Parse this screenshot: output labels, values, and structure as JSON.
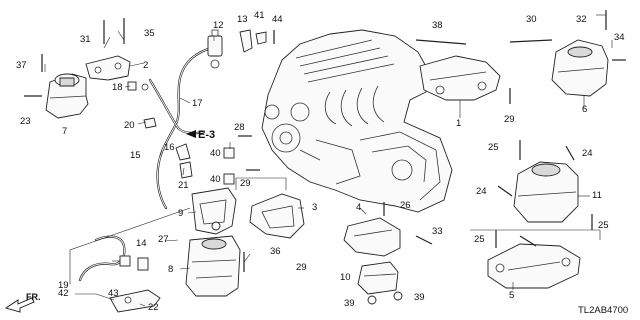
{
  "diagram": {
    "code": "TL2AB4700",
    "section_ref": "E-3",
    "direction_label": "FR.",
    "callouts": {
      "c1": "1",
      "c2": "2",
      "c3": "3",
      "c4": "4",
      "c5": "5",
      "c6": "6",
      "c7": "7",
      "c8": "8",
      "c9": "9",
      "c10": "10",
      "c11": "11",
      "c12": "12",
      "c13": "13",
      "c14": "14",
      "c15": "15",
      "c16": "16",
      "c17": "17",
      "c18": "18",
      "c19": "19",
      "c20": "20",
      "c21": "21",
      "c22": "22",
      "c23": "23",
      "c24": "24",
      "c25": "25",
      "c26": "26",
      "c27": "27",
      "c28": "28",
      "c29": "29",
      "c30": "30",
      "c31": "31",
      "c32": "32",
      "c33": "33",
      "c34": "34",
      "c35": "35",
      "c36": "36",
      "c37": "37",
      "c38": "38",
      "c39": "39",
      "c40": "40",
      "c41": "41",
      "c42": "42",
      "c43": "43",
      "c44": "44"
    }
  }
}
